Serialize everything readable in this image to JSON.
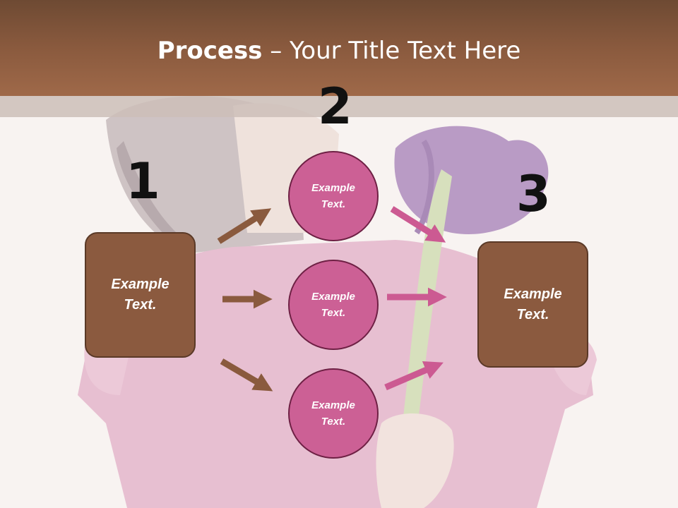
{
  "title": {
    "bold": "Process",
    "rest": " – Your Title Text Here"
  },
  "numbers": [
    "1",
    "2",
    "3"
  ],
  "left_box": {
    "label": "Example Text."
  },
  "right_box": {
    "label": "Example Text."
  },
  "circles": [
    {
      "label": "Example Text."
    },
    {
      "label": "Example Text."
    },
    {
      "label": "Example Text."
    }
  ],
  "colors": {
    "header": "#8a5a3e",
    "box_fill": "#8b5a3f",
    "circle_fill": "#cc6095",
    "brown_arrow": "#8a5a3e",
    "pink_arrow": "#cc5a92"
  }
}
